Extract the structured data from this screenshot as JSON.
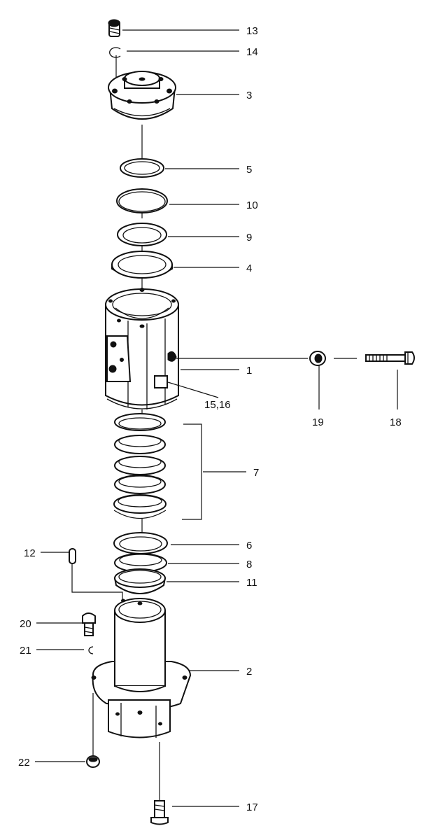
{
  "callouts": {
    "c13": "13",
    "c14": "14",
    "c3": "3",
    "c5": "5",
    "c10": "10",
    "c9": "9",
    "c4": "4",
    "c1": "1",
    "c15_16": "15,16",
    "c19": "19",
    "c18": "18",
    "c7": "7",
    "c6": "6",
    "c12": "12",
    "c8": "8",
    "c11": "11",
    "c20": "20",
    "c21": "21",
    "c2": "2",
    "c22": "22",
    "c17": "17"
  }
}
